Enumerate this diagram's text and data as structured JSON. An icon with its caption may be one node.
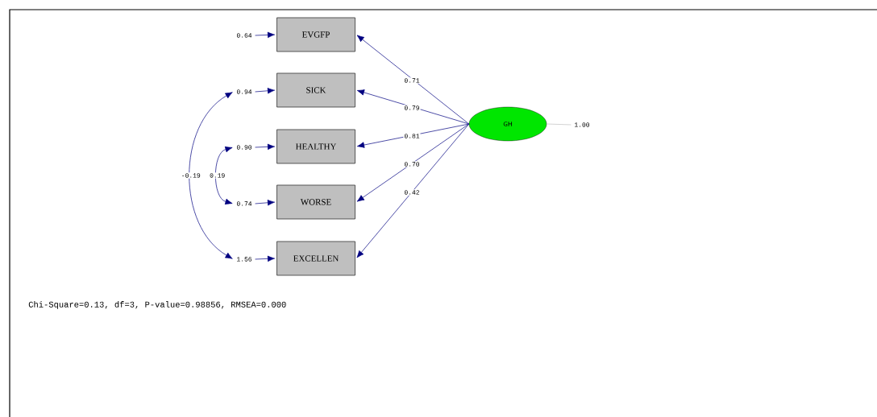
{
  "diagram": {
    "nodes": [
      {
        "text": [
          "EVGFP"
        ]
      },
      {
        "text": [
          "SICK"
        ]
      },
      {
        "text": [
          "HEALTHY"
        ]
      },
      {
        "text": [
          "WORSE"
        ]
      },
      {
        "text": [
          "EXCELLEN"
        ]
      },
      {
        "text": [
          "0.64"
        ]
      },
      {
        "text": [
          "0.94"
        ]
      },
      {
        "text": [
          "0.90"
        ]
      },
      {
        "text": [
          "0.74"
        ]
      },
      {
        "text": [
          "1.56"
        ]
      },
      {
        "text": [
          "GH"
        ]
      },
      {
        "text": [
          "1.00"
        ]
      }
    ],
    "edges": [
      {
        "from": 10,
        "to": 0,
        "arrow": "to",
        "label": "0.71"
      },
      {
        "from": 10,
        "to": 1,
        "arrow": "to",
        "label": "0.79"
      },
      {
        "from": 10,
        "to": 2,
        "arrow": "to",
        "label": "0.81"
      },
      {
        "from": 10,
        "to": 3,
        "arrow": "to",
        "label": "0.70"
      },
      {
        "from": 10,
        "to": 4,
        "arrow": "to",
        "label": "0.42"
      },
      {
        "from": 5,
        "to": 0,
        "arrow": "to"
      },
      {
        "from": 6,
        "to": 1,
        "arrow": "to"
      },
      {
        "from": 7,
        "to": 2,
        "arrow": "to"
      },
      {
        "from": 8,
        "to": 3,
        "arrow": "to"
      },
      {
        "from": 9,
        "to": 4,
        "arrow": "to"
      },
      {
        "from": 6,
        "to": 9,
        "arrow": "both",
        "label": "-0.19"
      },
      {
        "from": 7,
        "to": 8,
        "arrow": "both",
        "label": "0.19"
      },
      {
        "from": 10,
        "to": 11,
        "arrow": "none",
        "color": "#c0c0c0"
      }
    ],
    "labels": [
      "Chi-Square=0.13, df=3, P-value=0.98856, RMSEA=0.000"
    ]
  }
}
